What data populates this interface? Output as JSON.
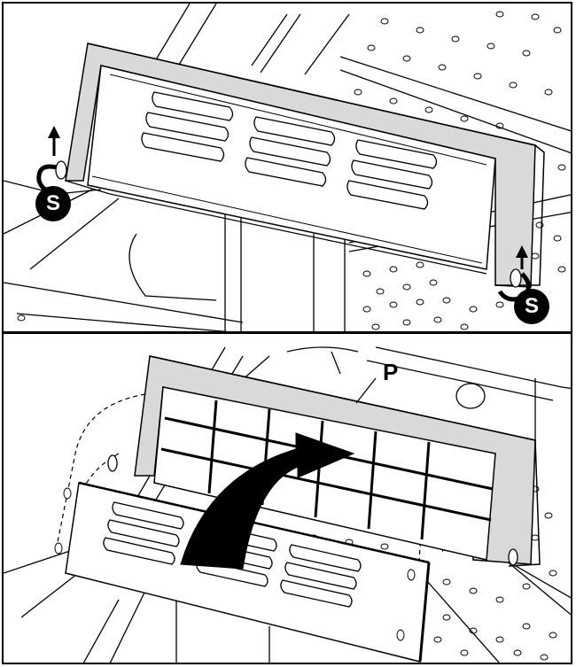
{
  "top_panel": {
    "callouts": [
      "S",
      "S"
    ]
  },
  "bottom_panel": {
    "label": "P"
  }
}
